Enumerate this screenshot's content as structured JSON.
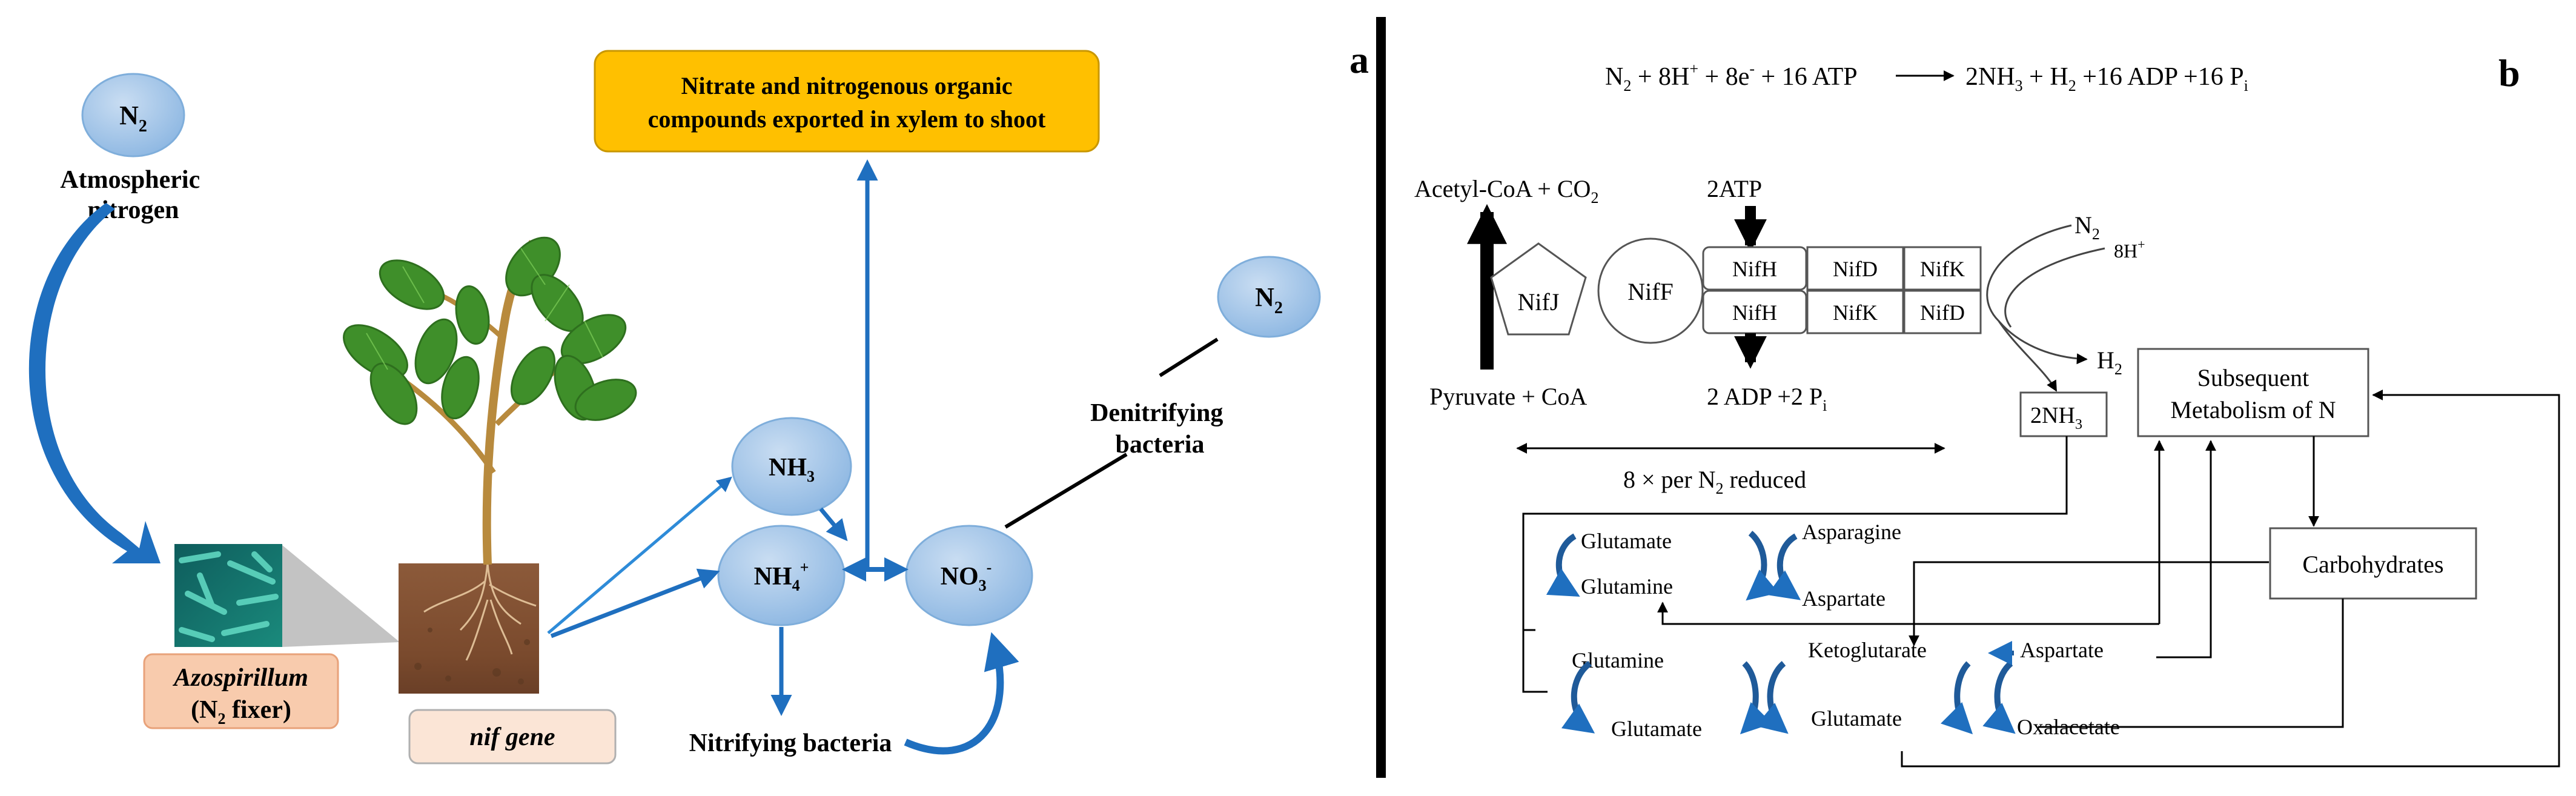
{
  "panel_a": {
    "label": "a",
    "n2_top": {
      "main": "N",
      "sub": "2"
    },
    "atmospheric": [
      "Atmospheric",
      "nitrogen"
    ],
    "export_box": [
      "Nitrate and nitrogenous organic",
      "compounds exported in xylem to shoot"
    ],
    "n2_right": {
      "main": "N",
      "sub": "2"
    },
    "nh3": {
      "main": "NH",
      "sub": "3"
    },
    "nh4": {
      "main": "NH",
      "sub": "4",
      "sup": "+"
    },
    "no3": {
      "main": "NO",
      "sub": "3",
      "sup": "-"
    },
    "denitrifying": [
      "Denitrifying",
      "bacteria"
    ],
    "nitrifying": "Nitrifying bacteria",
    "azospirillum": "Azospirillum",
    "fixer": {
      "pre": "(N",
      "sub": "2",
      "post": " fixer)"
    },
    "nif_gene": "nif gene"
  },
  "panel_b": {
    "label": "b",
    "equation": {
      "p1": "N",
      "s1": "2",
      "p2": " + 8H",
      "u1": "+",
      "p3": " + 8e",
      "u2": "-",
      "p4": " + 16 ATP",
      "q1": "2NH",
      "t1": "3",
      "q2": " + H",
      "t2": "2",
      "q3": " +16 ADP +16 P",
      "t3": "i"
    },
    "acetyl": {
      "pre": "Acetyl-CoA + CO",
      "sub": "2"
    },
    "pyruvate": "Pyruvate + CoA",
    "nifj": "NifJ",
    "niff": "NifF",
    "atp2": "2ATP",
    "grid": [
      [
        "NifH",
        "NifD",
        "NifK"
      ],
      [
        "NifH",
        "NifK",
        "NifD"
      ]
    ],
    "adp": {
      "pre": "2 ADP +2 P",
      "sub": "i"
    },
    "per_n2": {
      "pre": "8 × per N",
      "sub": "2",
      "post": " reduced"
    },
    "n2_in": {
      "main": "N",
      "sub": "2"
    },
    "h8": {
      "main": "8H",
      "sup": "+"
    },
    "h2_out": {
      "main": "H",
      "sub": "2"
    },
    "nh3_box": {
      "main": "2NH",
      "sub": "3"
    },
    "subsequent": [
      "Subsequent",
      "Metabolism of N"
    ],
    "carbohydrates": "Carbohydrates",
    "cycle_top": {
      "glutamate": "Glutamate",
      "glutamine": "Glutamine",
      "asparagine": "Asparagine",
      "aspartate": "Aspartate"
    },
    "cycle_bottom": {
      "glutamine": "Glutamine",
      "glutamate": "Glutamate",
      "ketoglutarate": "Ketoglutarate",
      "glutamate2": "Glutamate",
      "aspartate": "Aspartate",
      "oxalacetate": "Oxalacetate"
    }
  },
  "colors": {
    "arrow_blue": "#1F6FBF",
    "circle_fill": "#9DC3E6",
    "circle_fill_light": "#BDD7EE",
    "export_fill": "#FFC000",
    "azospirillum_fill": "#F8CBAD",
    "nif_fill": "#FBE5D6",
    "soil": "#8B5A3C",
    "leaf": "#3F8F2A"
  }
}
